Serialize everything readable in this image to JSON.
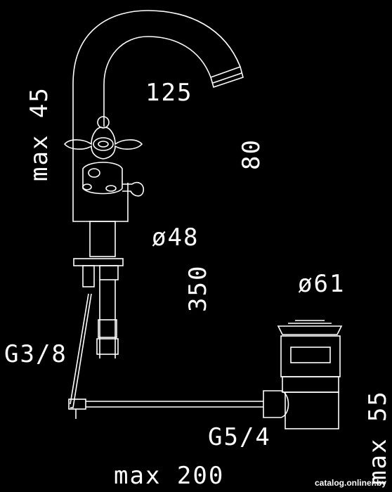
{
  "dimensions": {
    "spout_reach": "125",
    "spout_height": "80",
    "handle_height_max": "max 45",
    "base_diameter": "ø48",
    "overall_height": "350",
    "drain_diameter": "ø61",
    "hose_thread": "G3/8",
    "drain_thread": "G5/4",
    "pull_rod_max": "max 200",
    "drain_height_max": "max 55"
  },
  "watermark": "catalog.onliner.by"
}
